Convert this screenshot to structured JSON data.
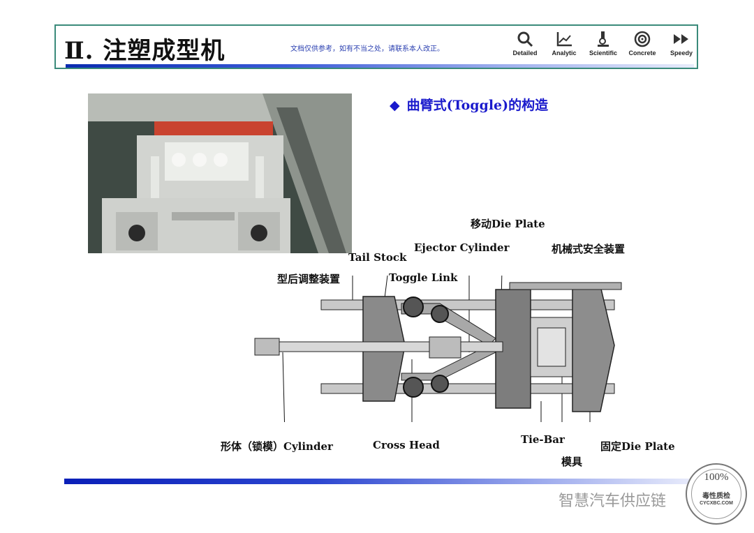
{
  "header": {
    "title": "Ⅱ. 注塑成型机",
    "disclaimer": "文档仅供参考，如有不当之处，请联系本人改正。",
    "icons": [
      {
        "name": "magnifier-icon",
        "label": "Detailed"
      },
      {
        "name": "analytic-chart-icon",
        "label": "Analytic"
      },
      {
        "name": "microscope-icon",
        "label": "Scientific"
      },
      {
        "name": "target-icon",
        "label": "Concrete"
      },
      {
        "name": "fast-forward-icon",
        "label": "Speedy"
      }
    ]
  },
  "slide": {
    "subtitle": "曲臂式(Toggle)的构造",
    "labels": {
      "moving_die_plate": "移动Die Plate",
      "ejector_cylinder": "Ejector Cylinder",
      "safety_device": "机械式安全装置",
      "tail_stock": "Tail Stock",
      "mold_adjust": "型后调整装置",
      "toggle_link": "Toggle Link",
      "clamp_cylinder": "形体（锁模）Cylinder",
      "cross_head": "Cross Head",
      "tie_bar": "Tie-Bar",
      "fixed_die_plate": "固定Die Plate",
      "mold": "模具"
    }
  },
  "watermark": {
    "text": "智慧汽车供应链"
  },
  "stamp": {
    "line1": "100%",
    "line2": "毒性质检",
    "line3": "CYCXBC.COM"
  },
  "colors": {
    "accent_blue": "#1a1acc",
    "header_border": "#3a8a7a"
  }
}
